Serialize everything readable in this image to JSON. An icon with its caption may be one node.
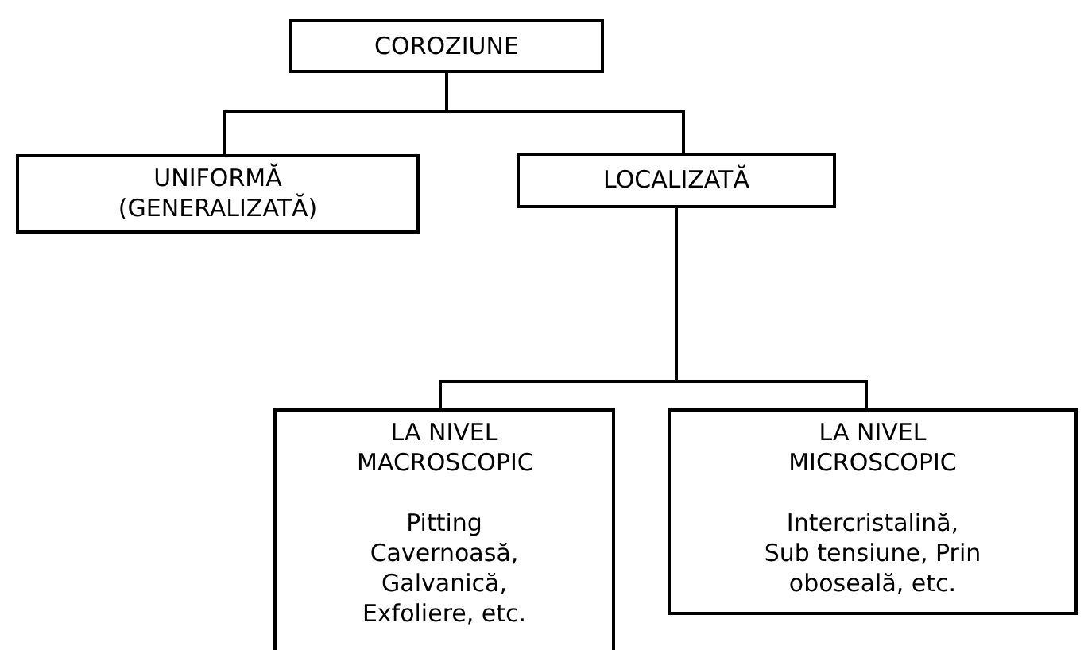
{
  "diagram": {
    "nodes": [
      {
        "text": [
          "COROZIUNE"
        ]
      },
      {
        "text": [
          "UNIFORMĂ (GENERALIZATĂ)"
        ]
      },
      {
        "text": [
          "LOCALIZATĂ"
        ]
      },
      {
        "text": [
          "LA NIVEL MACROSCOPIC",
          "Pitting Cavernoasă, Galvanică, Exfoliere, etc."
        ]
      },
      {
        "text": [
          "LA NIVEL MICROSCOPIC",
          "Intercristalină, Sub tensiune, Prin oboseală, etc."
        ]
      }
    ],
    "edges": [
      {
        "from": 0,
        "to": 1,
        "arrow": "none"
      },
      {
        "from": 0,
        "to": 2,
        "arrow": "none"
      },
      {
        "from": 2,
        "to": 3,
        "arrow": "none"
      },
      {
        "from": 2,
        "to": 4,
        "arrow": "none"
      }
    ]
  }
}
